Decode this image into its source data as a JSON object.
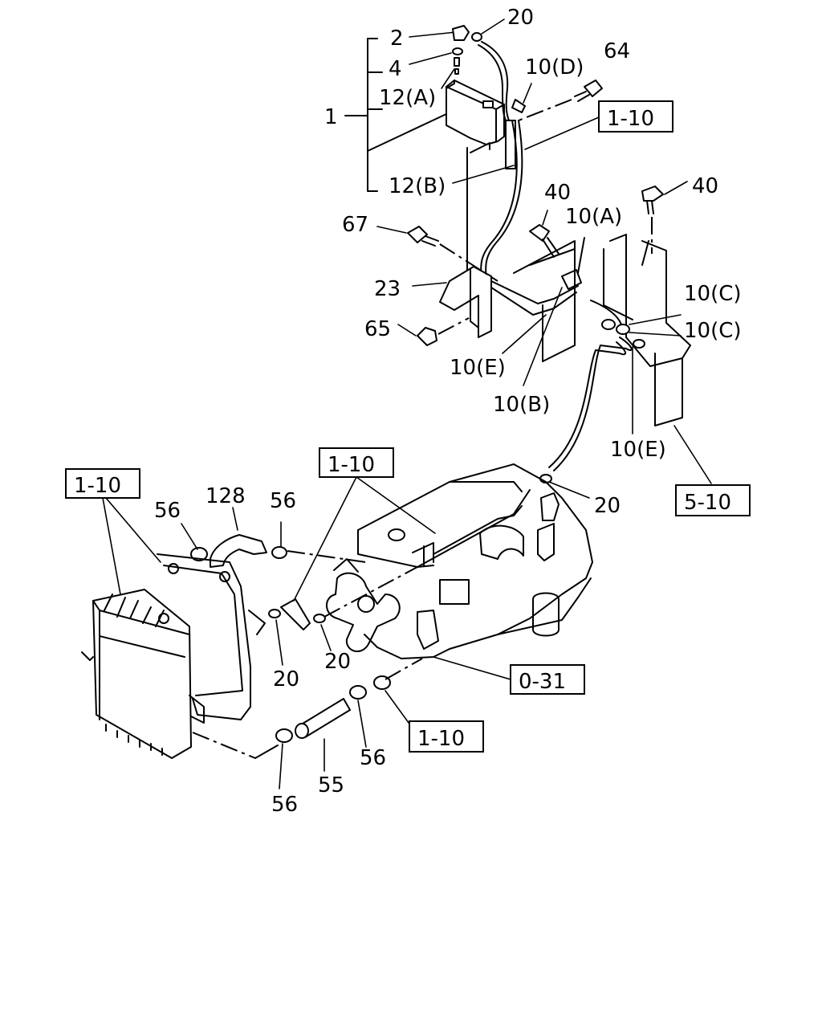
{
  "labels": {
    "p1": "1",
    "p2": "2",
    "p4": "4",
    "p12a": "12(A)",
    "p12b": "12(B)",
    "p20_top": "20",
    "p10d": "10(D)",
    "p64": "64",
    "p40_left": "40",
    "p40_right": "40",
    "p10a": "10(A)",
    "p67": "67",
    "p23": "23",
    "p65": "65",
    "p10c_1": "10(C)",
    "p10c_2": "10(C)",
    "p10e_left": "10(E)",
    "p10b": "10(B)",
    "p10e_right": "10(E)",
    "p20_mid": "20",
    "p128": "128",
    "p56_a": "56",
    "p56_b": "56",
    "p20_c": "20",
    "p20_d": "20",
    "p56_c": "56",
    "p55": "55",
    "p56_d": "56"
  },
  "refs": {
    "r_top": "1-10",
    "r_510": "5-10",
    "r_mid": "1-10",
    "r_left": "1-10",
    "r_031": "0-31",
    "r_bottom": "1-10"
  }
}
